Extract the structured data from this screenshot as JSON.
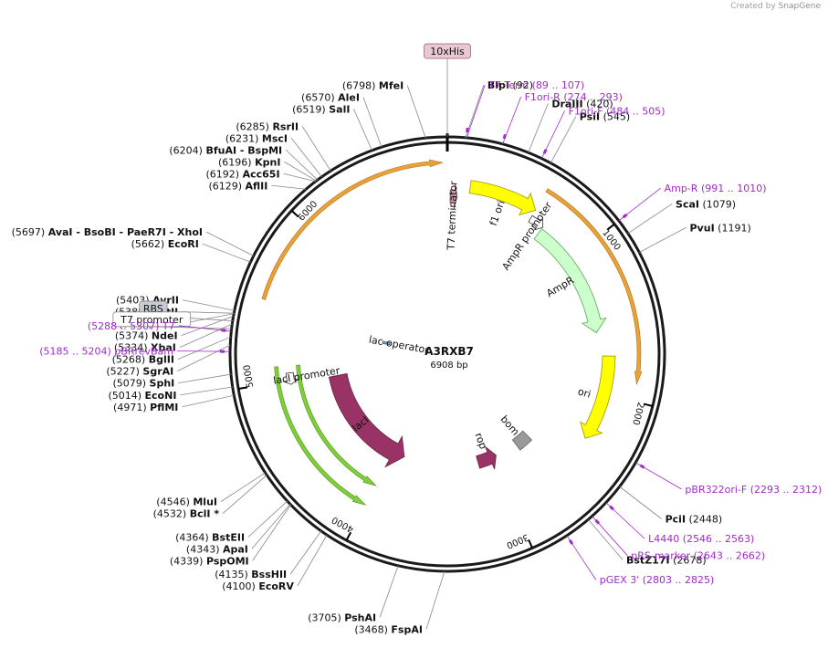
{
  "app": {
    "credit_prefix": "Created by",
    "credit_brand": "SnapGene"
  },
  "plasmid": {
    "name": "A3RXB7",
    "length": 6908,
    "length_label": "6908 bp"
  },
  "colors": {
    "backbone": "#1a1a1a",
    "primer": "#a02cc8",
    "orange_arrow": "#e8a23c",
    "green_arrow": "#7fcf3a",
    "f1_ori": "#ffff00",
    "ampR": "#ccffcc",
    "lacI": "#993366",
    "rop": "#993366",
    "bom": "#999999"
  },
  "ticks": [
    {
      "bp": 1000,
      "label": "1000"
    },
    {
      "bp": 2000,
      "label": "2000"
    },
    {
      "bp": 3000,
      "label": "3000"
    },
    {
      "bp": 4000,
      "label": "4000"
    },
    {
      "bp": 5000,
      "label": "5000"
    },
    {
      "bp": 6000,
      "label": "6000"
    }
  ],
  "enzymes": [
    {
      "name": "BlpI",
      "pos": "(92)",
      "bp": 92,
      "side": "right"
    },
    {
      "name": "DraIII",
      "pos": "(420)",
      "bp": 420,
      "side": "right"
    },
    {
      "name": "PsiI",
      "pos": "(545)",
      "bp": 545,
      "side": "right"
    },
    {
      "name": "ScaI",
      "pos": "(1079)",
      "bp": 1079,
      "side": "right"
    },
    {
      "name": "PvuI",
      "pos": "(1191)",
      "bp": 1191,
      "side": "right"
    },
    {
      "name": "PciI",
      "pos": "(2448)",
      "bp": 2448,
      "side": "right"
    },
    {
      "name": "BstZ17I",
      "pos": "(2678)",
      "bp": 2678,
      "side": "right"
    },
    {
      "name": "FspAI",
      "pos": "(3468)",
      "bp": 3468,
      "side": "left"
    },
    {
      "name": "PshAI",
      "pos": "(3705)",
      "bp": 3705,
      "side": "left"
    },
    {
      "name": "EcoRV",
      "pos": "(4100)",
      "bp": 4100,
      "side": "left"
    },
    {
      "name": "BssHII",
      "pos": "(4135)",
      "bp": 4135,
      "side": "left"
    },
    {
      "name": "PspOMI",
      "pos": "(4339)",
      "bp": 4339,
      "side": "left"
    },
    {
      "name": "ApaI",
      "pos": "(4343)",
      "bp": 4343,
      "side": "left"
    },
    {
      "name": "BstEII",
      "pos": "(4364)",
      "bp": 4364,
      "side": "left"
    },
    {
      "name": "BclI *",
      "pos": "(4532)",
      "bp": 4532,
      "side": "left"
    },
    {
      "name": "MluI",
      "pos": "(4546)",
      "bp": 4546,
      "side": "left"
    },
    {
      "name": "PflMI",
      "pos": "(4971)",
      "bp": 4971,
      "side": "left"
    },
    {
      "name": "EcoNI",
      "pos": "(5014)",
      "bp": 5014,
      "side": "left"
    },
    {
      "name": "SphI",
      "pos": "(5079)",
      "bp": 5079,
      "side": "left"
    },
    {
      "name": "SgrAI",
      "pos": "(5227)",
      "bp": 5227,
      "side": "left"
    },
    {
      "name": "BglII",
      "pos": "(5268)",
      "bp": 5268,
      "side": "left"
    },
    {
      "name": "XbaI",
      "pos": "(5334)",
      "bp": 5334,
      "side": "left"
    },
    {
      "name": "NdeI",
      "pos": "(5374)",
      "bp": 5374,
      "side": "left"
    },
    {
      "name": "ZraI",
      "pos": "(5387)",
      "bp": 5387,
      "side": "left"
    },
    {
      "name": "AatII",
      "pos": "(5389)",
      "bp": 5389,
      "side": "left"
    },
    {
      "name": "AvrII",
      "pos": "(5403)",
      "bp": 5403,
      "side": "left"
    },
    {
      "name": "EcoRI",
      "pos": "(5662)",
      "bp": 5662,
      "side": "left"
    },
    {
      "name": "AvaI - BsoBI - PaeR7I - XhoI",
      "pos": "(5697)",
      "bp": 5697,
      "side": "left"
    },
    {
      "name": "AflII",
      "pos": "(6129)",
      "bp": 6129,
      "side": "left"
    },
    {
      "name": "Acc65I",
      "pos": "(6192)",
      "bp": 6192,
      "side": "left"
    },
    {
      "name": "KpnI",
      "pos": "(6196)",
      "bp": 6196,
      "side": "left"
    },
    {
      "name": "BfuAI - BspMI",
      "pos": "(6204)",
      "bp": 6204,
      "side": "left"
    },
    {
      "name": "MscI",
      "pos": "(6231)",
      "bp": 6231,
      "side": "left"
    },
    {
      "name": "RsrII",
      "pos": "(6285)",
      "bp": 6285,
      "side": "left"
    },
    {
      "name": "SalI",
      "pos": "(6519)",
      "bp": 6519,
      "side": "left"
    },
    {
      "name": "AleI",
      "pos": "(6570)",
      "bp": 6570,
      "side": "left"
    },
    {
      "name": "MfeI",
      "pos": "(6798)",
      "bp": 6798,
      "side": "left"
    }
  ],
  "primers": [
    {
      "name": "T7 Term",
      "range": "(89 .. 107)",
      "bp": 98,
      "side": "right"
    },
    {
      "name": "F1ori-R",
      "range": "(274 .. 293)",
      "bp": 283,
      "side": "right"
    },
    {
      "name": "F1ori-F",
      "range": "(484 .. 505)",
      "bp": 494,
      "side": "right"
    },
    {
      "name": "Amp-R",
      "range": "(991 .. 1010)",
      "bp": 1000,
      "side": "right"
    },
    {
      "name": "pBR322ori-F",
      "range": "(2293 .. 2312)",
      "bp": 2302,
      "side": "right"
    },
    {
      "name": "L4440",
      "range": "(2546 .. 2563)",
      "bp": 2554,
      "side": "right"
    },
    {
      "name": "pRS-marker",
      "range": "(2643 .. 2662)",
      "bp": 2652,
      "side": "right"
    },
    {
      "name": "pGEX 3'",
      "range": "(2803 .. 2825)",
      "bp": 2814,
      "side": "right"
    },
    {
      "name": "pBRrevBam",
      "range": "(5185 .. 5204)",
      "bp": 5194,
      "side": "left"
    },
    {
      "name": "T7",
      "range": "(5288 .. 5307)",
      "bp": 5297,
      "side": "left"
    }
  ],
  "boxed_labels": [
    {
      "name": "10xHis",
      "bp": 0,
      "style": "his"
    },
    {
      "name": "RBS",
      "bp": 5350,
      "style": "rbs"
    },
    {
      "name": "T7 promoter",
      "bp": 5310,
      "style": "plain"
    }
  ],
  "features": [
    {
      "name": "T7 terminator",
      "start": 20,
      "end": 68,
      "dir": 1,
      "style": "t7term"
    },
    {
      "name": "f1 ori",
      "start": 150,
      "end": 605,
      "dir": 1,
      "style": "f1"
    },
    {
      "name": "AmpR promoter",
      "start": 605,
      "end": 710,
      "dir": 1,
      "style": "promoter"
    },
    {
      "name": "AmpR",
      "start": 710,
      "end": 1570,
      "dir": 1,
      "style": "ampR"
    },
    {
      "name": "ori",
      "start": 1740,
      "end": 2330,
      "dir": 1,
      "style": "ori"
    },
    {
      "name": "bom",
      "start": 2600,
      "end": 2740,
      "dir": 0,
      "style": "bom"
    },
    {
      "name": "rop",
      "start": 2960,
      "end": 3150,
      "dir": -1,
      "style": "rop"
    },
    {
      "name": "lacI",
      "start": 3890,
      "end": 4970,
      "dir": -1,
      "style": "lacI"
    },
    {
      "name": "lacI promoter",
      "start": 4970,
      "end": 5050,
      "dir": -1,
      "style": "promoter"
    },
    {
      "name": "lac operator",
      "start": 5360,
      "end": 5395,
      "dir": 0,
      "style": "laco"
    }
  ],
  "orf_arrows": [
    {
      "start": 600,
      "end": 1900,
      "track": "orange"
    },
    {
      "start": 5500,
      "end": 6880,
      "track": "orange"
    },
    {
      "start": 4000,
      "end": 5100,
      "track": "green"
    },
    {
      "start": 4000,
      "end": 5100,
      "track": "green2"
    }
  ]
}
